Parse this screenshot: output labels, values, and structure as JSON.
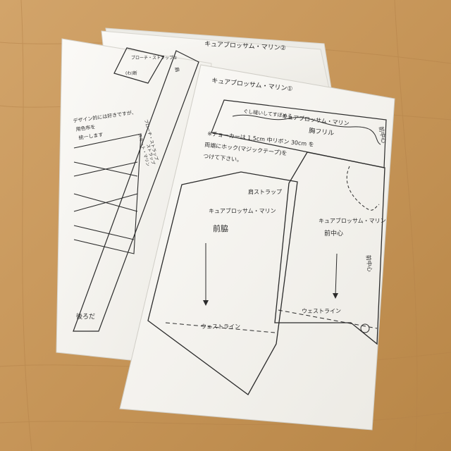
{
  "colors": {
    "table": "#c89a62",
    "table_dark": "#a9793f",
    "paper": "#f7f6f3",
    "paper_shadow": "#dcdad4",
    "ink": "#2b2b2b"
  },
  "back_sheet": {
    "title": "キュアブロッサム・マリン②",
    "small_piece_label": "ブローチ・ストラップ①",
    "small_piece_note": "(わ)断",
    "strap_label_shoulder": "肩",
    "strap_label_1": "ブローチ・ストラップ",
    "strap_label_2": "スカート・マリン",
    "strap_label_3": "ストラップ"
  },
  "left_sheet": {
    "note_line1": "デザイン的には好きですが、",
    "note_line2": "用色布を",
    "note_line3": "統一します",
    "bottom_label": "後ろだ"
  },
  "front_sheet": {
    "title": "キュアブロッサム・マリン①",
    "ruffle_note": "ぐし縫いしてすぼめる",
    "ruffle_label": "キュアブロッサム・マリン",
    "ruffle_name": "胸フリル",
    "choker_note_1": "※チョーカーは 1.5cm 中リボン 30cm を",
    "choker_note_2": "両端にホック(マジックテープ)を",
    "choker_note_3": "つけて下さい。",
    "left_piece_shoulder": "肩ストラップ",
    "left_piece_title": "キュアブロッサム・マリン",
    "left_piece_name": "前脇",
    "left_piece_waist": "ウェストライン",
    "right_piece_title": "キュアブロッサム・マリン",
    "right_piece_name": "前中心",
    "right_piece_center": "前中心",
    "right_piece_waist": "ウェストライン",
    "side_label": "前中心"
  }
}
